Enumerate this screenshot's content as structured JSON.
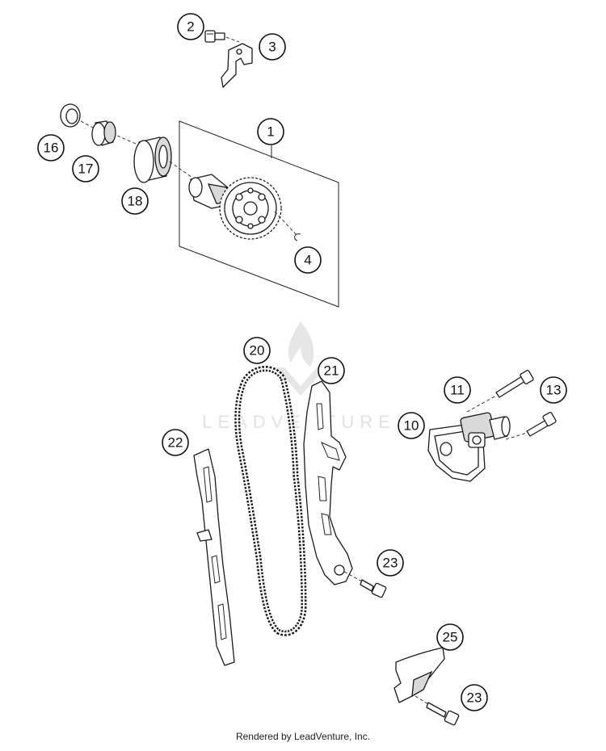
{
  "watermark": {
    "text": "LEADVENTURE"
  },
  "credit": "Rendered by LeadVenture, Inc.",
  "callouts": [
    {
      "id": "c2",
      "label": "2"
    },
    {
      "id": "c3",
      "label": "3"
    },
    {
      "id": "c1",
      "label": "1"
    },
    {
      "id": "c16",
      "label": "16"
    },
    {
      "id": "c17",
      "label": "17"
    },
    {
      "id": "c18",
      "label": "18"
    },
    {
      "id": "c4",
      "label": "4"
    },
    {
      "id": "c20",
      "label": "20"
    },
    {
      "id": "c21",
      "label": "21"
    },
    {
      "id": "c11",
      "label": "11"
    },
    {
      "id": "c13",
      "label": "13"
    },
    {
      "id": "c10",
      "label": "10"
    },
    {
      "id": "c22",
      "label": "22"
    },
    {
      "id": "c23a",
      "label": "23"
    },
    {
      "id": "c25",
      "label": "25"
    },
    {
      "id": "c23b",
      "label": "23"
    }
  ]
}
